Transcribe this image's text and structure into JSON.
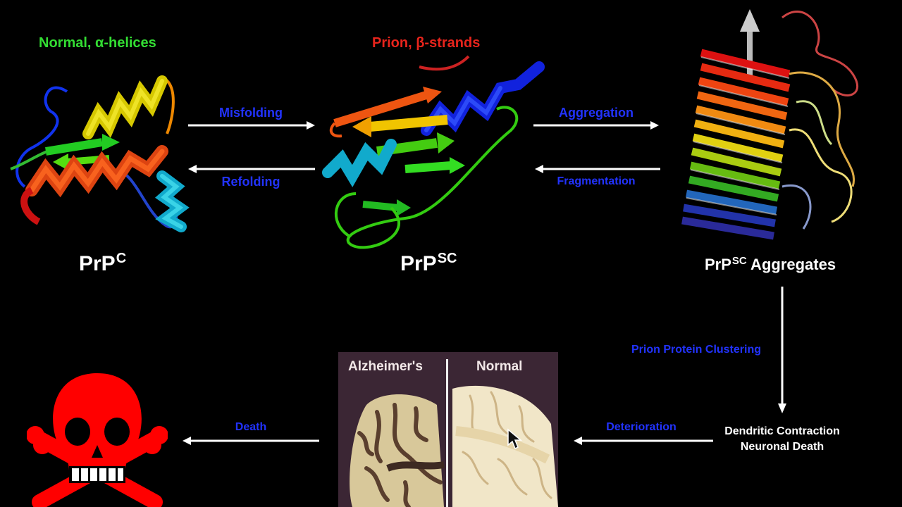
{
  "states": {
    "normal": {
      "caption": "Normal, α-helices",
      "caption_color": "#33dd33",
      "name": "PrP",
      "name_sup": "C"
    },
    "prion": {
      "caption": "Prion, β-strands",
      "caption_color": "#e8241c",
      "name": "PrP",
      "name_sup": "SC"
    },
    "aggregates": {
      "name": "PrP",
      "name_sup": "SC",
      "name_suffix": " Aggregates"
    }
  },
  "transitions": {
    "misfolding": "Misfolding",
    "refolding": "Refolding",
    "aggregation": "Aggregation",
    "fragmentation": "Fragmentation",
    "clustering": "Prion Protein Clustering",
    "deterioration": "Deterioration",
    "death": "Death"
  },
  "outcome": {
    "line1": "Dendritic Contraction",
    "line2": "Neuronal Death"
  },
  "brain_comparison": {
    "left_label": "Alzheimer's",
    "right_label": "Normal"
  },
  "colors": {
    "arrow": "#ffffff",
    "transition_text": "#2233ff",
    "skull": "#ff0000",
    "background": "#000000"
  },
  "icons": [
    "skull-crossbones-icon",
    "mouse-cursor-icon"
  ]
}
